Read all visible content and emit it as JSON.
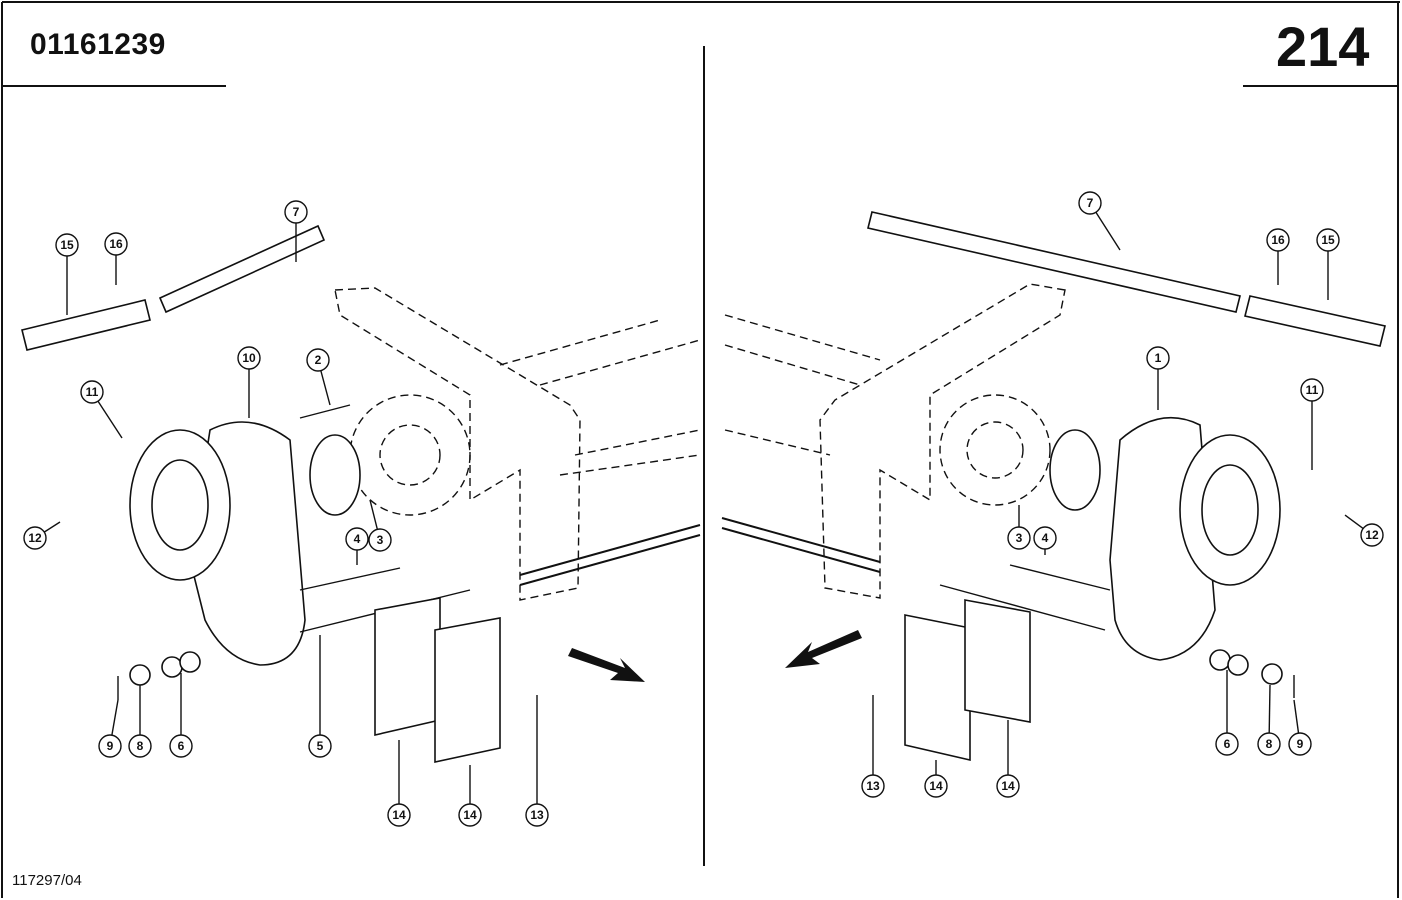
{
  "header": {
    "part_number": "01161239",
    "page_number": "214"
  },
  "footer": {
    "drawing_ref": "117297/04"
  },
  "callouts": {
    "left": [
      "15",
      "16",
      "7",
      "10",
      "2",
      "11",
      "12",
      "4",
      "3",
      "9",
      "8",
      "6",
      "5",
      "14",
      "14",
      "13"
    ],
    "right": [
      "7",
      "16",
      "15",
      "1",
      "11",
      "12",
      "3",
      "4",
      "6",
      "8",
      "9",
      "13",
      "14",
      "14"
    ]
  }
}
